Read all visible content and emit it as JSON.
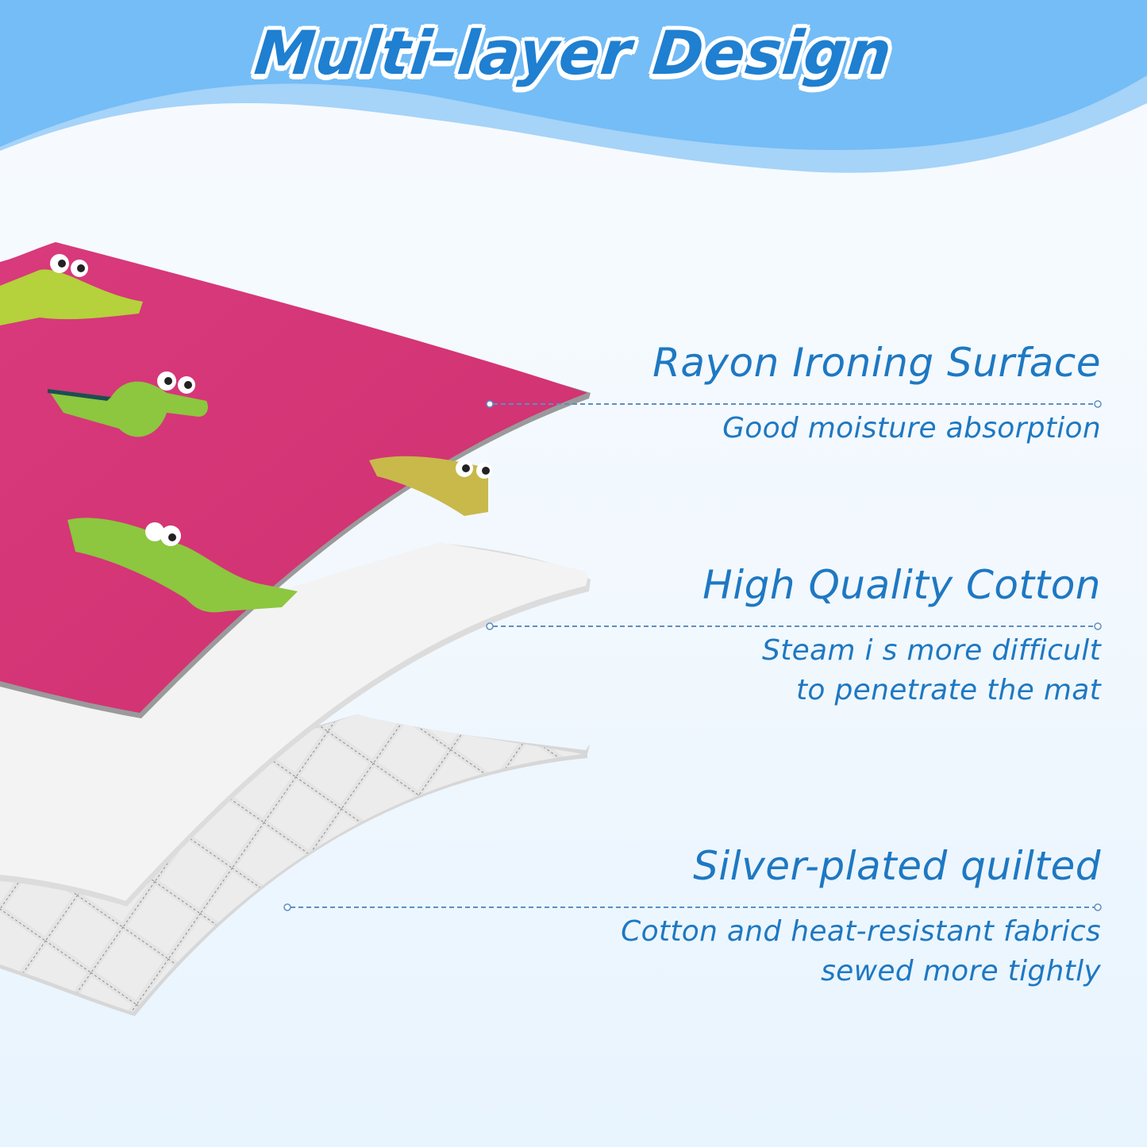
{
  "header": {
    "title": "Multi-layer Design",
    "background_color": "#74BDF7",
    "accent_wave_color": "#A6D3F8",
    "title_color": "#1F7FD0"
  },
  "layers": [
    {
      "id": "top",
      "title": "Rayon Ironing Surface",
      "description_lines": [
        "Good moisture absorption"
      ],
      "material_color": "#D8397A",
      "pattern": "green crocodile print"
    },
    {
      "id": "middle",
      "title": "High Quality Cotton",
      "description_lines": [
        "Steam i s more difficult",
        "to penetrate the mat"
      ],
      "material_color": "#F3F3F3",
      "pattern": "plain white"
    },
    {
      "id": "bottom",
      "title": "Silver-plated quilted",
      "description_lines": [
        "Cotton and heat-resistant fabrics",
        "sewed more tightly"
      ],
      "material_color": "#E2E2E2",
      "pattern": "diamond quilted stitching"
    }
  ],
  "connector": {
    "line_color": "#5B8FC4",
    "style": "dashed"
  },
  "text_color": "#1E78C2"
}
